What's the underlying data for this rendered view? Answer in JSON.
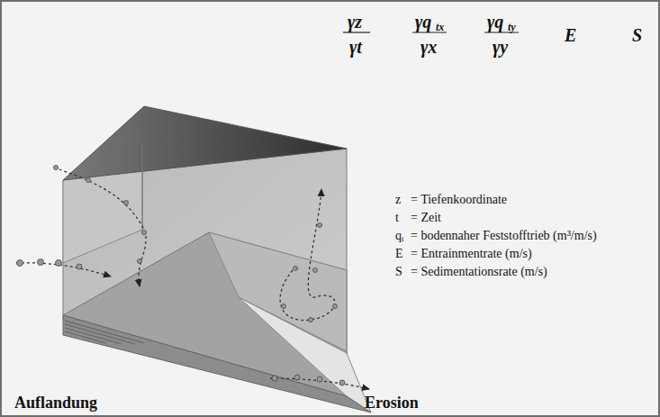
{
  "diagram": {
    "labels": [
      "γz",
      "γt",
      "γq",
      "tx",
      "γx",
      "γq",
      "ty",
      "γy",
      "E",
      "S",
      "z",
      "= Tiefenkoordinate",
      "t",
      "= Zeit",
      "q",
      "t",
      "= bodennaher Feststofftrieb (m³/m/s)",
      "E",
      "= Entrainmentrate (m/s)",
      "S",
      "= Sedimentationsrate (m/s)",
      "Auflandung",
      "Erosion"
    ]
  }
}
